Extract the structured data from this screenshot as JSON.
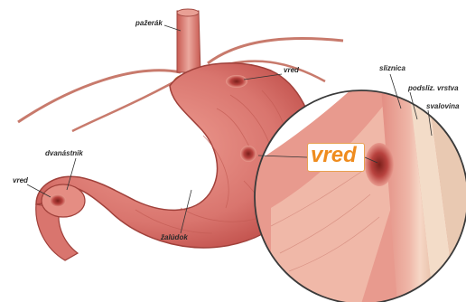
{
  "labels": {
    "esophagus": "pažerák",
    "ulcer_top": "vred",
    "duodenum": "dvanástnik",
    "ulcer_left": "vred",
    "stomach": "žalúdok",
    "ulcer_center": "vred",
    "mucosa": "sliznica",
    "submucosa": "podsliz. vrstva",
    "muscle_layer": "svalovina"
  },
  "colors": {
    "callout_text": "#ef8c1e",
    "callout_border": "#e8a050",
    "tissue": "#d9756e",
    "tissue_dark": "#b8423e",
    "magnifier_ring": "#3a3a3a"
  }
}
